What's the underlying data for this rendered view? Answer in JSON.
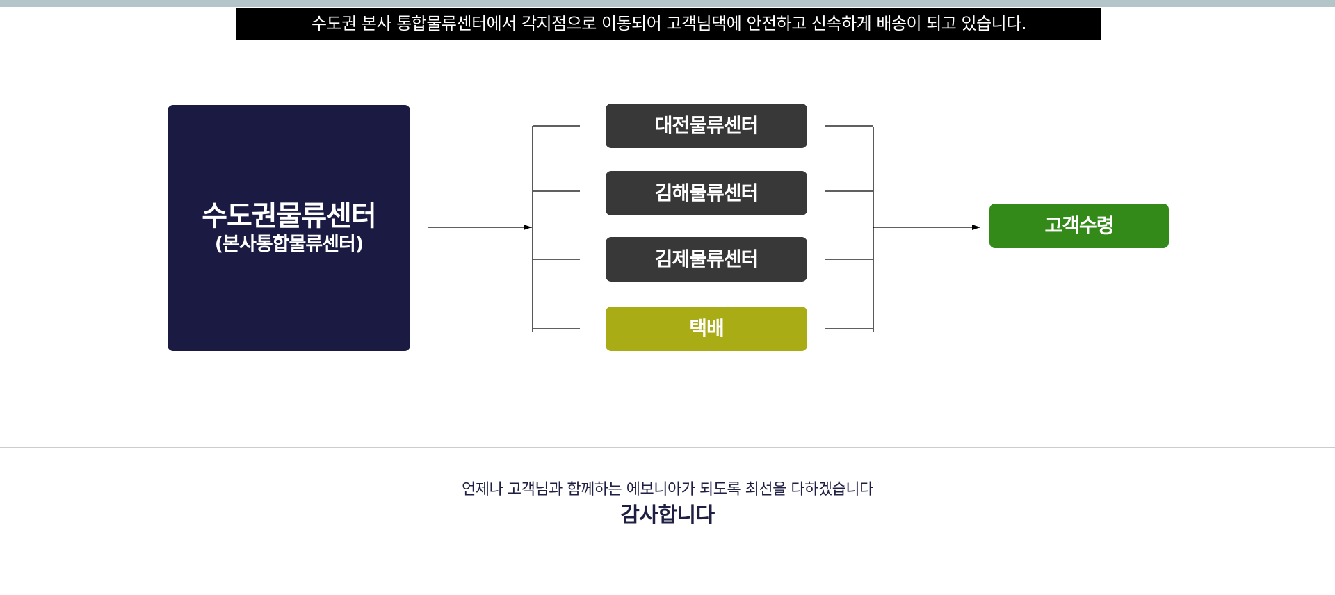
{
  "header": {
    "banner_text": "수도권 본사 통합물류센터에서 각지점으로 이동되어 고객님댁에 안전하고 신속하게 배송이 되고 있습니다."
  },
  "diagram": {
    "source": {
      "title": "수도권물류센터",
      "subtitle": "(본사통합물류센터)",
      "color": "#1a1a42"
    },
    "branches": [
      {
        "label": "대전물류센터",
        "color": "#383838"
      },
      {
        "label": "김해물류센터",
        "color": "#383838"
      },
      {
        "label": "김제물류센터",
        "color": "#383838"
      },
      {
        "label": "택배",
        "color": "#a9ac15"
      }
    ],
    "destination": {
      "label": "고객수령",
      "color": "#338a18"
    },
    "flow": [
      "수도권물류센터 → 지점/택배",
      "지점/택배 → 고객수령"
    ]
  },
  "footer": {
    "message": "언제나 고객님과 함께하는 에보니아가 되도록 최선을 다하겠습니다",
    "thanks": "감사합니다"
  }
}
